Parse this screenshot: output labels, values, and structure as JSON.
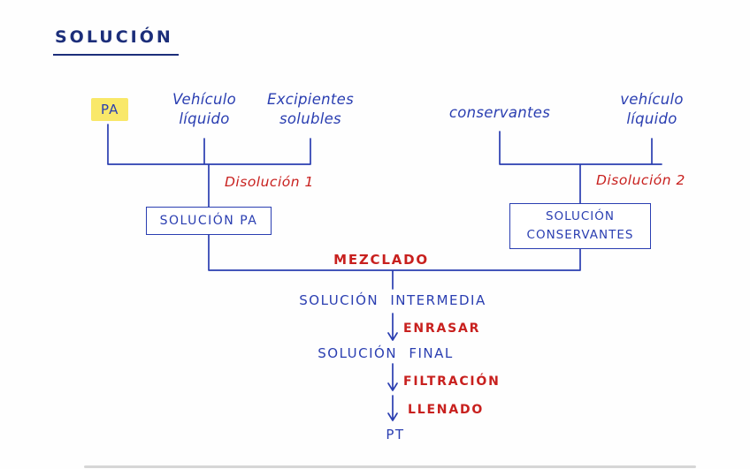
{
  "title": "SOLUCIÓN",
  "colors": {
    "ink_blue": "#2a3eb1",
    "ink_navy": "#1c2e7a",
    "ink_red": "#c8201e",
    "highlight_yellow": "#f9e869"
  },
  "inputs": {
    "pa": "PA",
    "vehiculo_liquido_left": "Vehículo\nlíquido",
    "excipientes_solubles": "Excipientes\nsolubles",
    "conservantes": "conservantes",
    "vehiculo_liquido_right": "vehículo\nlíquido"
  },
  "steps": {
    "disolucion_1": "Disolución 1",
    "disolucion_2": "Disolución 2",
    "mezclado": "MEZCLADO",
    "enrasar": "ENRASAR",
    "filtracion": "FILTRACIÓN",
    "llenado": "LLENADO"
  },
  "boxes": {
    "solucion_pa": "SOLUCIÓN PA",
    "solucion_conservantes": "SOLUCIÓN\nCONSERVANTES"
  },
  "nodes": {
    "solucion_intermedia": "SOLUCIÓN  INTERMEDIA",
    "solucion_final": "SOLUCIÓN  FINAL",
    "pt": "PT"
  }
}
